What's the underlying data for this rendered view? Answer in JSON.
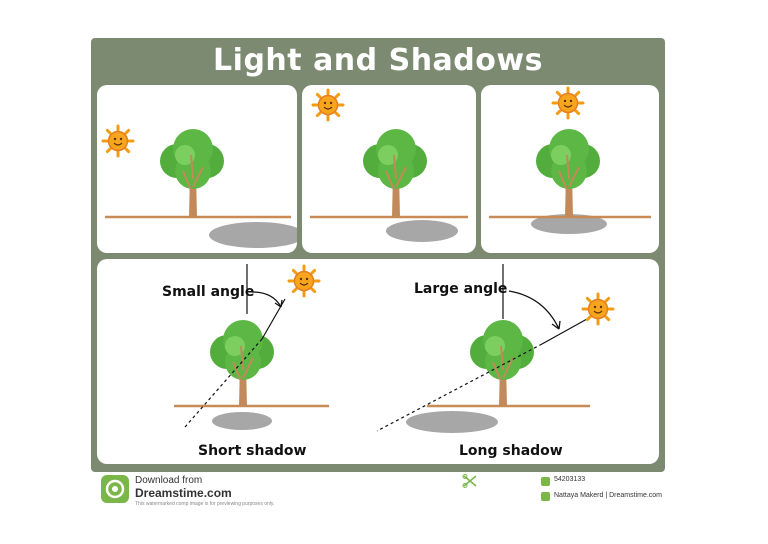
{
  "title": "Light and Shadows",
  "labels": {
    "small_angle": "Small angle",
    "large_angle": "Large angle",
    "short_shadow": "Short shadow",
    "long_shadow": "Long shadow"
  },
  "footer": {
    "download_from": "Download from",
    "brand": "Dreamstime.com",
    "disclaimer": "This watermarked comp image is for previewing purposes only.",
    "image_id": "54203133",
    "credit": "Nattaya Makerd | Dreamstime.com"
  },
  "colors": {
    "frame": "#7d8a72",
    "ground": "#c98a55",
    "trunk": "#c28a5a",
    "foliage": "#5cb745",
    "shadow": "#a7a7a7",
    "sun": "#f7a51c"
  }
}
